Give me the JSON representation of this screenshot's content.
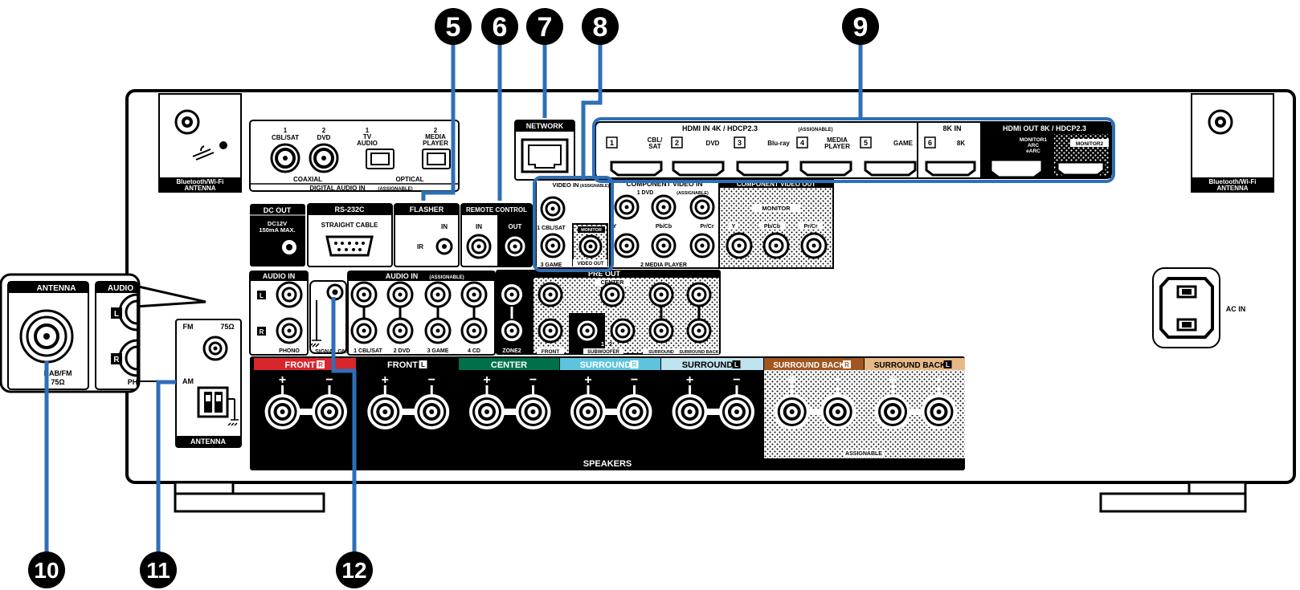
{
  "callouts": {
    "c5": "5",
    "c6": "6",
    "c7": "7",
    "c8": "8",
    "c9": "9",
    "c10": "10",
    "c11": "11",
    "c12": "12"
  },
  "colors": {
    "callout_line": "#2e6fb7",
    "panel_bg": "#ffffff",
    "ink": "#000000",
    "front_r": "#d8262c",
    "center": "#00704a",
    "surround_r": "#5fc3dd",
    "surround_l": "#bfe3ef",
    "sb_r": "#a0561f",
    "sb_l": "#e8b987"
  },
  "bt_antenna": {
    "line1": "Bluetooth/Wi-Fi",
    "line2": "ANTENNA"
  },
  "digital_audio": {
    "in1_num": "1",
    "in1_name": "CBL/SAT",
    "in2_num": "2",
    "in2_name": "DVD",
    "opt1_num": "1",
    "opt1_name_a": "TV",
    "opt1_name_b": "AUDIO",
    "opt2_num": "2",
    "opt2_name_a": "MEDIA",
    "opt2_name_b": "PLAYER",
    "coaxial": "COAXIAL",
    "optical": "OPTICAL",
    "title": "DIGITAL AUDIO IN",
    "assignable": "(ASSIGNABLE)"
  },
  "network": {
    "title": "NETWORK"
  },
  "hdmi": {
    "in_title": "HDMI IN 4K / HDCP2.3",
    "in_assignable": "(ASSIGNABLE)",
    "in_8k": "8K IN",
    "out_title": "HDMI OUT 8K / HDCP2.3",
    "ports": [
      {
        "num": "1",
        "name_a": "CBL/",
        "name_b": "SAT"
      },
      {
        "num": "2",
        "name_a": "DVD",
        "name_b": ""
      },
      {
        "num": "3",
        "name_a": "Blu-ray",
        "name_b": ""
      },
      {
        "num": "4",
        "name_a": "MEDIA",
        "name_b": "PLAYER"
      },
      {
        "num": "5",
        "name_a": "GAME",
        "name_b": ""
      },
      {
        "num": "6",
        "name_a": "8K",
        "name_b": ""
      }
    ],
    "monitor1_a": "MONITOR1",
    "monitor1_b": "ARC",
    "monitor1_c": "eARC",
    "monitor2": "MONITOR2"
  },
  "dc_out": {
    "title": "DC OUT",
    "line1": "DC12V",
    "line2": "150mA MAX."
  },
  "rs232c": {
    "title": "RS-232C",
    "label": "STRAIGHT CABLE"
  },
  "flasher": {
    "title": "FLASHER",
    "in": "IN",
    "ir": "IR"
  },
  "remote": {
    "title": "REMOTE CONTROL",
    "in": "IN",
    "out": "OUT"
  },
  "video_in": {
    "title": "VIDEO IN",
    "assignable": "(ASSIGNABLE)",
    "p1": "1 CBL/SAT",
    "p2": "3 GAME",
    "monitor": "MONITOR",
    "video_out": "VIDEO OUT"
  },
  "comp_in": {
    "title": "COMPONENT VIDEO IN",
    "assignable": "(ASSIGNABLE)",
    "dvd": "1 DVD",
    "y": "Y",
    "pb": "Pb/Cb",
    "pr": "Pr/Cr",
    "mp": "2 MEDIA PLAYER"
  },
  "comp_out": {
    "title": "COMPONENT VIDEO OUT",
    "monitor": "MONITOR",
    "y": "Y",
    "pb": "Pb/Cb",
    "pr": "Pr/Cr"
  },
  "audio_in_phono": {
    "title": "AUDIO IN",
    "l": "L",
    "r": "R",
    "phono": "PHONO",
    "signal_gnd": "SIGNAL GND"
  },
  "audio_in": {
    "title": "AUDIO IN",
    "assignable": "(ASSIGNABLE)",
    "c1": "1 CBL/SAT",
    "c2": "2 DVD",
    "c3": "3 GAME",
    "c4": "4 CD"
  },
  "pre_out": {
    "title": "PRE OUT",
    "center": "CENTER",
    "zone2": "ZONE2",
    "front": "FRONT",
    "subwoofer": "SUBWOOFER",
    "s1": "1",
    "s2": "2",
    "surround": "SURROUND",
    "surround_back": "SURROUND BACK"
  },
  "ac_in": {
    "label": "AC IN"
  },
  "inset": {
    "antenna": "ANTENNA",
    "audio": "AUDIO",
    "l": "L",
    "r": "R",
    "dabfm": "DAB/FM",
    "ohm": "75Ω",
    "ph": "PH"
  },
  "am_fm": {
    "fm": "FM",
    "ohm": "75Ω",
    "am": "AM",
    "antenna": "ANTENNA"
  },
  "speakers": {
    "title": "SPEAKERS",
    "assignable": "ASSIGNABLE",
    "groups": [
      {
        "label": "FRONT",
        "ch": "R"
      },
      {
        "label": "FRONT",
        "ch": "L"
      },
      {
        "label": "CENTER",
        "ch": ""
      },
      {
        "label": "SURROUND",
        "ch": "R"
      },
      {
        "label": "SURROUND",
        "ch": "L"
      },
      {
        "label": "SURROUND BACK",
        "ch": "R"
      },
      {
        "label": "SURROUND BACK",
        "ch": "L"
      }
    ],
    "plus": "+",
    "minus": "−"
  }
}
